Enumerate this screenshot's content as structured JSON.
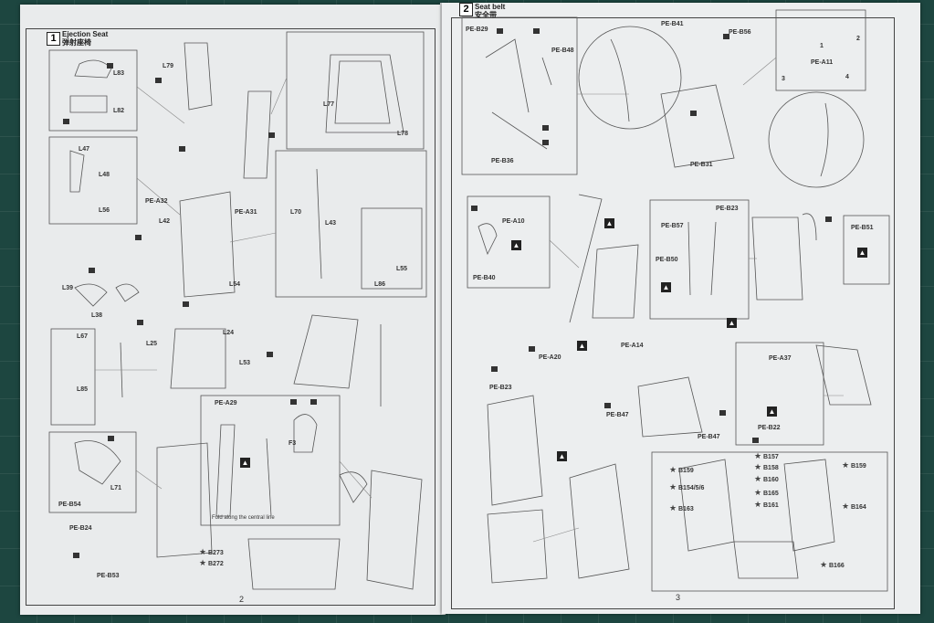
{
  "left_page": {
    "step_number": "1",
    "step_title_en": "Ejection Seat",
    "step_title_cn": "弹射座椅",
    "page_number": "2",
    "labels": [
      "L79",
      "L83",
      "L82",
      "L47",
      "L48",
      "L56",
      "PE-A32",
      "PE-A31",
      "L42",
      "L39",
      "L38",
      "L54",
      "L77",
      "L78",
      "L70",
      "L43",
      "L55",
      "L86",
      "L67",
      "L85",
      "L25",
      "L24",
      "L53",
      "PE-A29",
      "F3",
      "PE-B54",
      "L71",
      "PE-B24",
      "PE-B53",
      "B273",
      "B272"
    ],
    "note": "Fold along the central line"
  },
  "right_page": {
    "step_number": "2",
    "step_title_en": "Seat belt",
    "step_title_cn": "安全带",
    "page_number": "3",
    "labels": [
      "PE-B29",
      "PE-B48",
      "PE-B36",
      "PE-B41",
      "PE-B56",
      "PE-A11",
      "PE-B31",
      "PE-A10",
      "PE-B40",
      "PE-B57",
      "PE-B23",
      "PE-B50",
      "PE-B51",
      "PE-A20",
      "PE-A14",
      "PE-B23",
      "PE-B47",
      "PE-B47",
      "PE-A37",
      "PE-B22",
      "B159",
      "B157",
      "B158",
      "B160",
      "B154/5/6",
      "B165",
      "B163",
      "B161",
      "B159",
      "B164",
      "B166"
    ],
    "subnumbers": [
      "1",
      "2",
      "3",
      "4"
    ]
  }
}
